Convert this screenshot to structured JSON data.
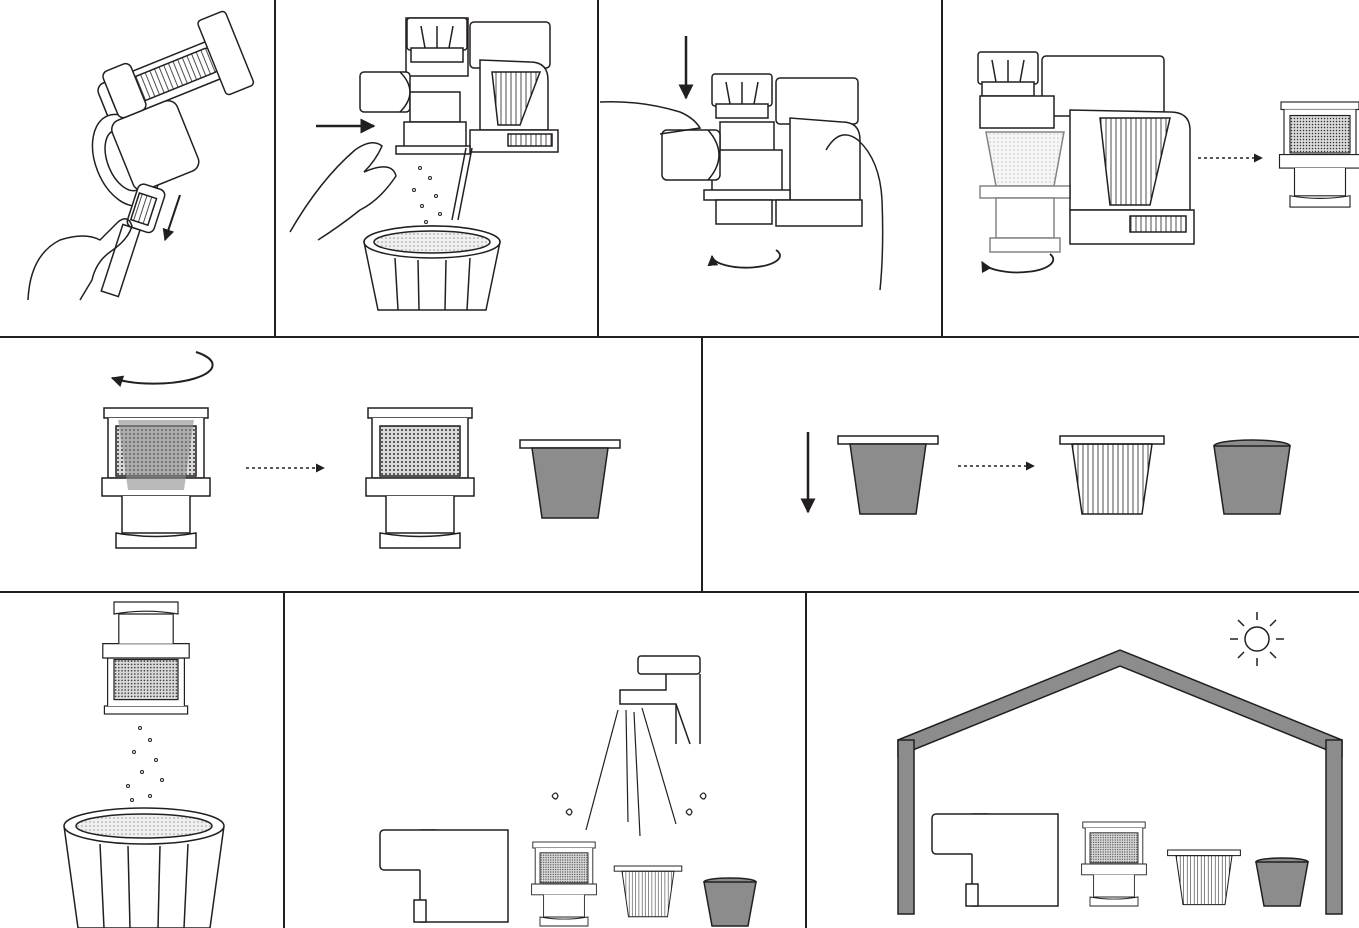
{
  "figure": {
    "panels": [
      {
        "id": 1,
        "step": "detach-handheld-unit"
      },
      {
        "id": 2,
        "step": "open-dust-bin-lid-and-empty"
      },
      {
        "id": 3,
        "step": "rotate-and-remove-dust-cup"
      },
      {
        "id": 4,
        "step": "remove-cyclone-filter-assembly"
      },
      {
        "id": 5,
        "step": "rotate-and-separate-filters"
      },
      {
        "id": 6,
        "step": "remove-hepa-filter-from-holder"
      },
      {
        "id": 7,
        "step": "tap-filter-over-bin"
      },
      {
        "id": 8,
        "step": "rinse-parts-under-tap"
      },
      {
        "id": 9,
        "step": "air-dry-in-shade"
      }
    ],
    "icons": [
      "sun-icon",
      "shelter-icon",
      "water-tap-icon",
      "trash-bin-icon",
      "rotate-arrow-icon",
      "dotted-arrow-icon"
    ],
    "colors": {
      "line": "#231f20",
      "filter_fill": "#8c8c8c",
      "mesh": "#3a3a3a",
      "background": "#ffffff"
    }
  }
}
